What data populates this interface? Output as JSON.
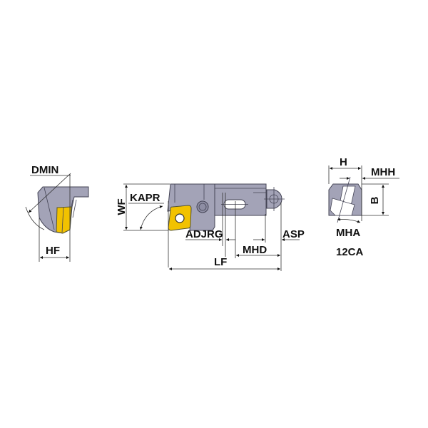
{
  "diagram": {
    "type": "technical-drawing",
    "subject": "cartridge tool holder with rhombic insert",
    "colors": {
      "body": "#a3a3b7",
      "insert": "#f2c200",
      "dimension_lines": "#333333",
      "text": "#111111"
    },
    "views": {
      "front": {
        "labels": {
          "dmin": "DMIN",
          "hf": "HF"
        }
      },
      "side": {
        "labels": {
          "wf": "WF",
          "kapr": "KAPR",
          "adjrg": "ADJRG",
          "asp": "ASP",
          "mhd": "MHD",
          "lf": "LF"
        }
      },
      "end": {
        "labels": {
          "h": "H",
          "mhh": "MHH",
          "b": "B",
          "mha": "MHA"
        },
        "caption": "12CA"
      }
    }
  }
}
